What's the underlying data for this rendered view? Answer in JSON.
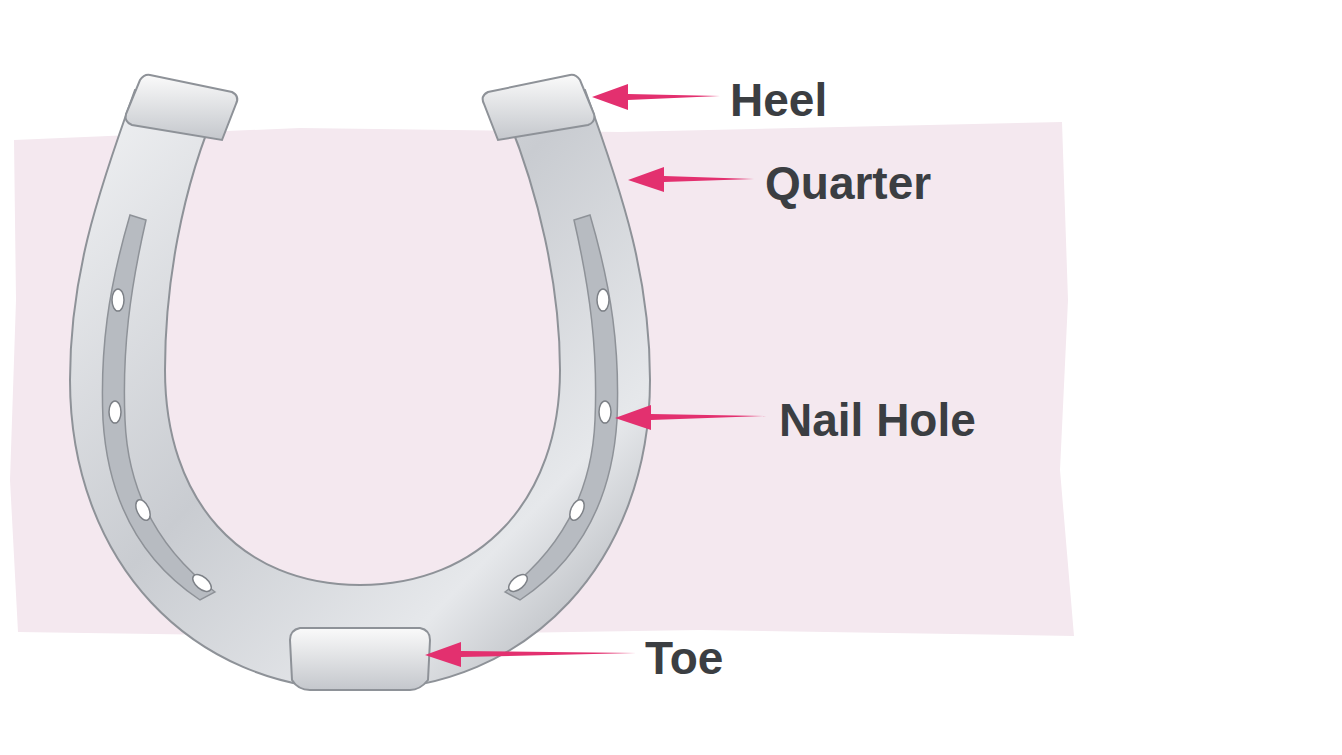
{
  "diagram": {
    "labels": [
      "Heel",
      "Quarter",
      "Nail Hole",
      "Toe"
    ]
  }
}
